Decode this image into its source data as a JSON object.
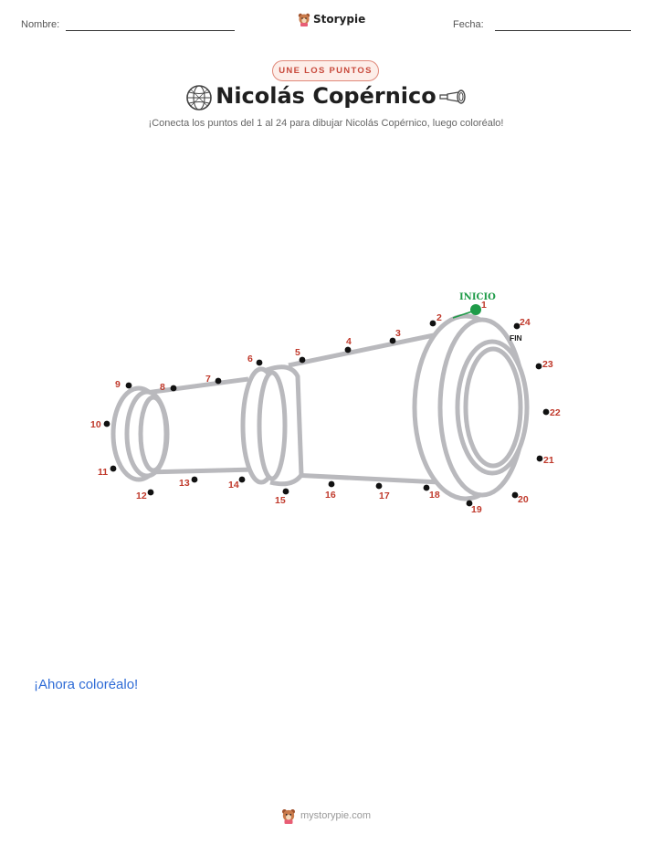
{
  "header": {
    "name_label": "Nombre:",
    "date_label": "Fecha:",
    "brand": "Storypie"
  },
  "badge": "UNE LOS PUNTOS",
  "title": "Nicolás Copérnico",
  "subtitle": "¡Conecta los puntos del 1 al 24 para dibujar Nicolás Copérnico, luego coloréalo!",
  "puzzle": {
    "start_label": "INICIO",
    "end_label": "FIN",
    "numbers": [
      "1",
      "2",
      "3",
      "4",
      "5",
      "6",
      "7",
      "8",
      "9",
      "10",
      "11",
      "12",
      "13",
      "14",
      "15",
      "16",
      "17",
      "18",
      "19",
      "20",
      "21",
      "22",
      "23",
      "24"
    ]
  },
  "color_prompt": "¡Ahora coloréalo!",
  "footer": "mystorypie.com",
  "colors": {
    "badge_text": "#c8493b",
    "number_red": "#c0392b",
    "start_green": "#1e9b48",
    "outline_gray": "#b9b9bd",
    "link_blue": "#2e6bd6"
  }
}
